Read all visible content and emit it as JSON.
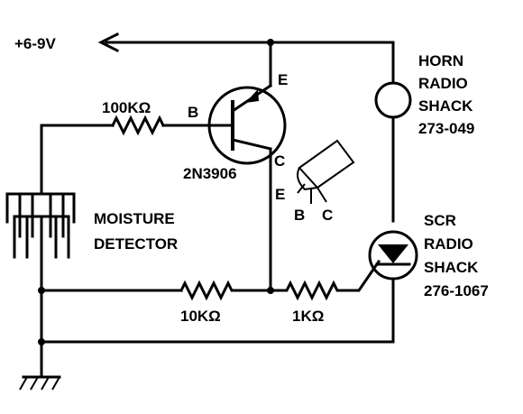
{
  "supply": {
    "label": "+6-9V"
  },
  "transistor": {
    "part": "2N3906",
    "base": "B",
    "emitter": "E",
    "collector": "C"
  },
  "resistors": [
    {
      "value": "100KΩ"
    },
    {
      "value": "10KΩ"
    },
    {
      "value": "1KΩ"
    }
  ],
  "detector": {
    "line1": "MOISTURE",
    "line2": "DETECTOR"
  },
  "horn": {
    "line1": "HORN",
    "line2": "RADIO",
    "line3": "SHACK",
    "line4": "273-049"
  },
  "scr": {
    "line1": "SCR",
    "line2": "RADIO",
    "line3": "SHACK",
    "line4": "276-1067"
  },
  "pinout": {
    "e": "E",
    "b": "B",
    "c": "C"
  }
}
